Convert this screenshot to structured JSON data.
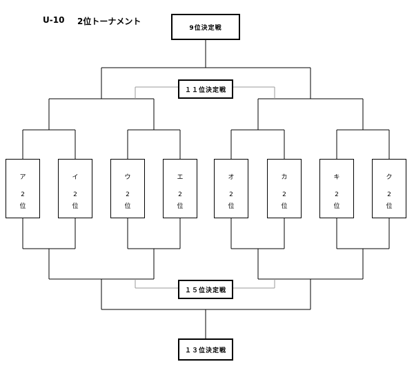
{
  "header": {
    "league": "U-10",
    "tournament": "2位トーナメント"
  },
  "matches": {
    "ninth": "9位決定戦",
    "eleventh": "１１位決定戦",
    "fifteenth": "１５位決定戦",
    "thirteenth": "１３位決定戦"
  },
  "teams": [
    {
      "name": "ア",
      "rank_num": "2",
      "rank_char": "位"
    },
    {
      "name": "イ",
      "rank_num": "2",
      "rank_char": "位"
    },
    {
      "name": "ウ",
      "rank_num": "2",
      "rank_char": "位"
    },
    {
      "name": "エ",
      "rank_num": "2",
      "rank_char": "位"
    },
    {
      "name": "オ",
      "rank_num": "2",
      "rank_char": "位"
    },
    {
      "name": "カ",
      "rank_num": "2",
      "rank_char": "位"
    },
    {
      "name": "キ",
      "rank_num": "2",
      "rank_char": "位"
    },
    {
      "name": "ク",
      "rank_num": "2",
      "rank_char": "位"
    }
  ],
  "colors": {
    "line": "#000000",
    "loser_line": "#999999"
  }
}
